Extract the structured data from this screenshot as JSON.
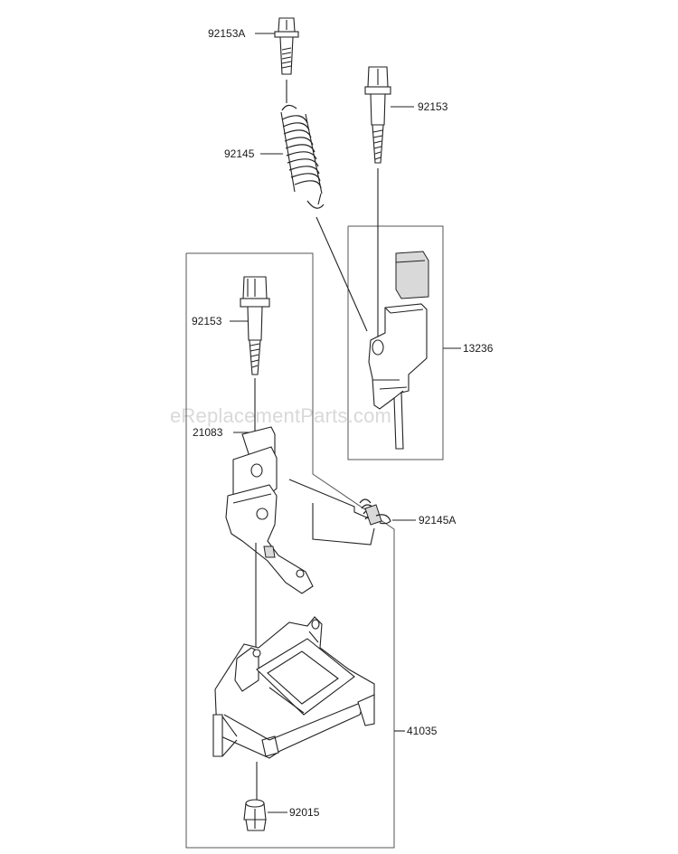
{
  "watermark": "eReplacementParts.com",
  "labels": {
    "p92153A": "92153A",
    "p92153_top": "92153",
    "p92145": "92145",
    "p13236": "13236",
    "p92153_mid": "92153",
    "p21083": "21083",
    "p92145A": "92145A",
    "p41035": "41035",
    "p92015": "92015"
  }
}
